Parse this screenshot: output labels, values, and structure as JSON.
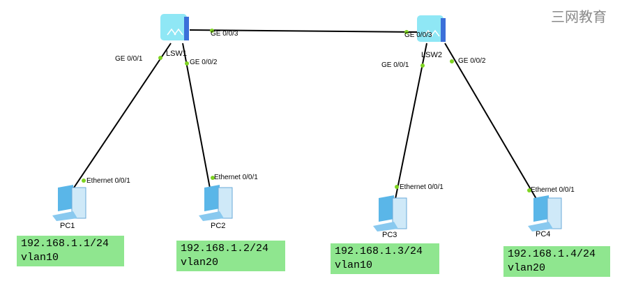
{
  "devices": {
    "lsw1": "LSW1",
    "lsw2": "LSW2",
    "pc1": "PC1",
    "pc2": "PC2",
    "pc3": "PC3",
    "pc4": "PC4"
  },
  "ports": {
    "lsw1_g1": "GE 0/0/1",
    "lsw1_g2": "GE 0/0/2",
    "lsw1_g3": "GE 0/0/3",
    "lsw2_g1": "GE 0/0/1",
    "lsw2_g2": "GE 0/0/2",
    "lsw2_g3": "GE 0/0/3",
    "pc1_eth": "Ethernet 0/0/1",
    "pc2_eth": "Ethernet 0/0/1",
    "pc3_eth": "Ethernet 0/0/1",
    "pc4_eth": "Ethernet 0/0/1"
  },
  "notes": [
    {
      "ip": "192.168.1.1/24",
      "vlan": "vlan10"
    },
    {
      "ip": "192.168.1.2/24",
      "vlan": "vlan20"
    },
    {
      "ip": "192.168.1.3/24",
      "vlan": "vlan10"
    },
    {
      "ip": "192.168.1.4/24",
      "vlan": "vlan20"
    }
  ],
  "watermark": "三网教育",
  "colors": {
    "note_bg": "#8fe68f",
    "port_dot": "#7ed321",
    "switch": "#7fe3f2"
  }
}
